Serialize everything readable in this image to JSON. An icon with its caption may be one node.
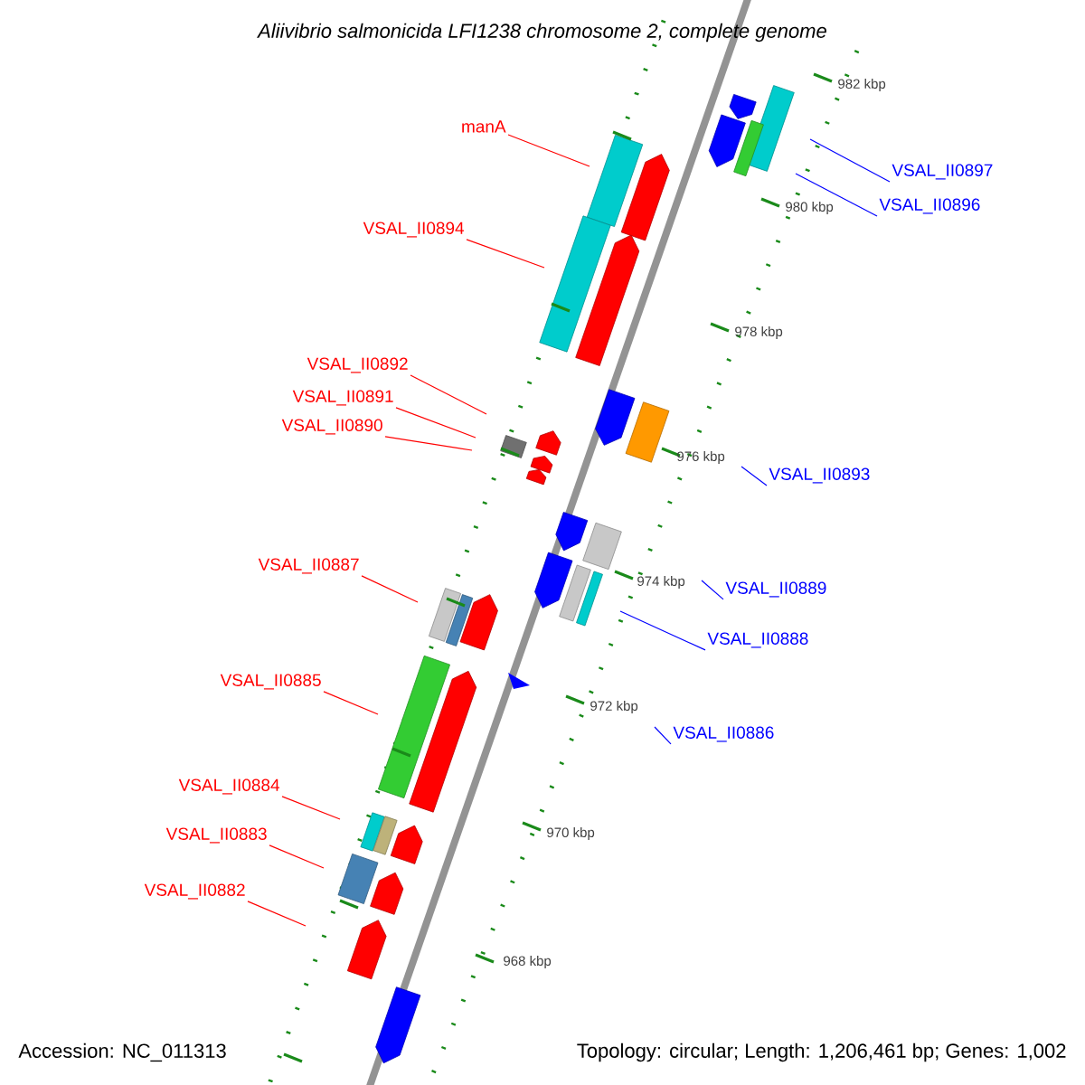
{
  "diagram": {
    "title": "Aliivibrio salmonicida LFI1238 chromosome 2, complete genome",
    "nodes": [
      {
        "text": [
          "manA"
        ]
      },
      {
        "text": [
          "VSAL_II0897"
        ]
      },
      {
        "text": [
          "VSAL_II0896"
        ]
      },
      {
        "text": [
          "VSAL_II0894"
        ]
      },
      {
        "text": [
          "VSAL_II0892"
        ]
      },
      {
        "text": [
          "VSAL_II0891"
        ]
      },
      {
        "text": [
          "VSAL_II0890"
        ]
      },
      {
        "text": [
          "VSAL_II0893"
        ]
      },
      {
        "text": [
          "VSAL_II0887"
        ]
      },
      {
        "text": [
          "VSAL_II0889"
        ]
      },
      {
        "text": [
          "VSAL_II0888"
        ]
      },
      {
        "text": [
          "VSAL_II0885"
        ]
      },
      {
        "text": [
          "VSAL_II0886"
        ]
      },
      {
        "text": [
          "VSAL_II0884"
        ]
      },
      {
        "text": [
          "VSAL_II0883"
        ]
      },
      {
        "text": [
          "VSAL_II0882"
        ]
      }
    ],
    "edges": [
      {
        "from": 0,
        "to": null,
        "arrow": "none"
      },
      {
        "from": 1,
        "to": null,
        "arrow": "none",
        "color": "#0000ff"
      },
      {
        "from": 2,
        "to": null,
        "arrow": "none",
        "color": "#0000ff"
      },
      {
        "from": 3,
        "to": null,
        "arrow": "none"
      },
      {
        "from": 4,
        "to": null,
        "arrow": "none"
      },
      {
        "from": 5,
        "to": null,
        "arrow": "none"
      },
      {
        "from": 6,
        "to": null,
        "arrow": "none"
      },
      {
        "from": 7,
        "to": null,
        "arrow": "none",
        "color": "#0000ff"
      },
      {
        "from": 8,
        "to": null,
        "arrow": "none"
      },
      {
        "from": 9,
        "to": null,
        "arrow": "none",
        "color": "#0000ff"
      },
      {
        "from": 10,
        "to": null,
        "arrow": "none",
        "color": "#0000ff"
      },
      {
        "from": 11,
        "to": null,
        "arrow": "none"
      },
      {
        "from": 12,
        "to": null,
        "arrow": "none",
        "color": "#0000ff"
      },
      {
        "from": 13,
        "to": null,
        "arrow": "none"
      },
      {
        "from": 14,
        "to": null,
        "arrow": "none"
      },
      {
        "from": 15,
        "to": null,
        "arrow": "none"
      }
    ],
    "labels": [
      "982 kbp",
      "980 kbp",
      "978 kbp",
      "976 kbp",
      "974 kbp",
      "972 kbp",
      "970 kbp",
      "968 kbp",
      "Accession: NC_011313",
      "Topology: circular; Length: 1,206,461 bp; Genes: 1,002"
    ]
  }
}
